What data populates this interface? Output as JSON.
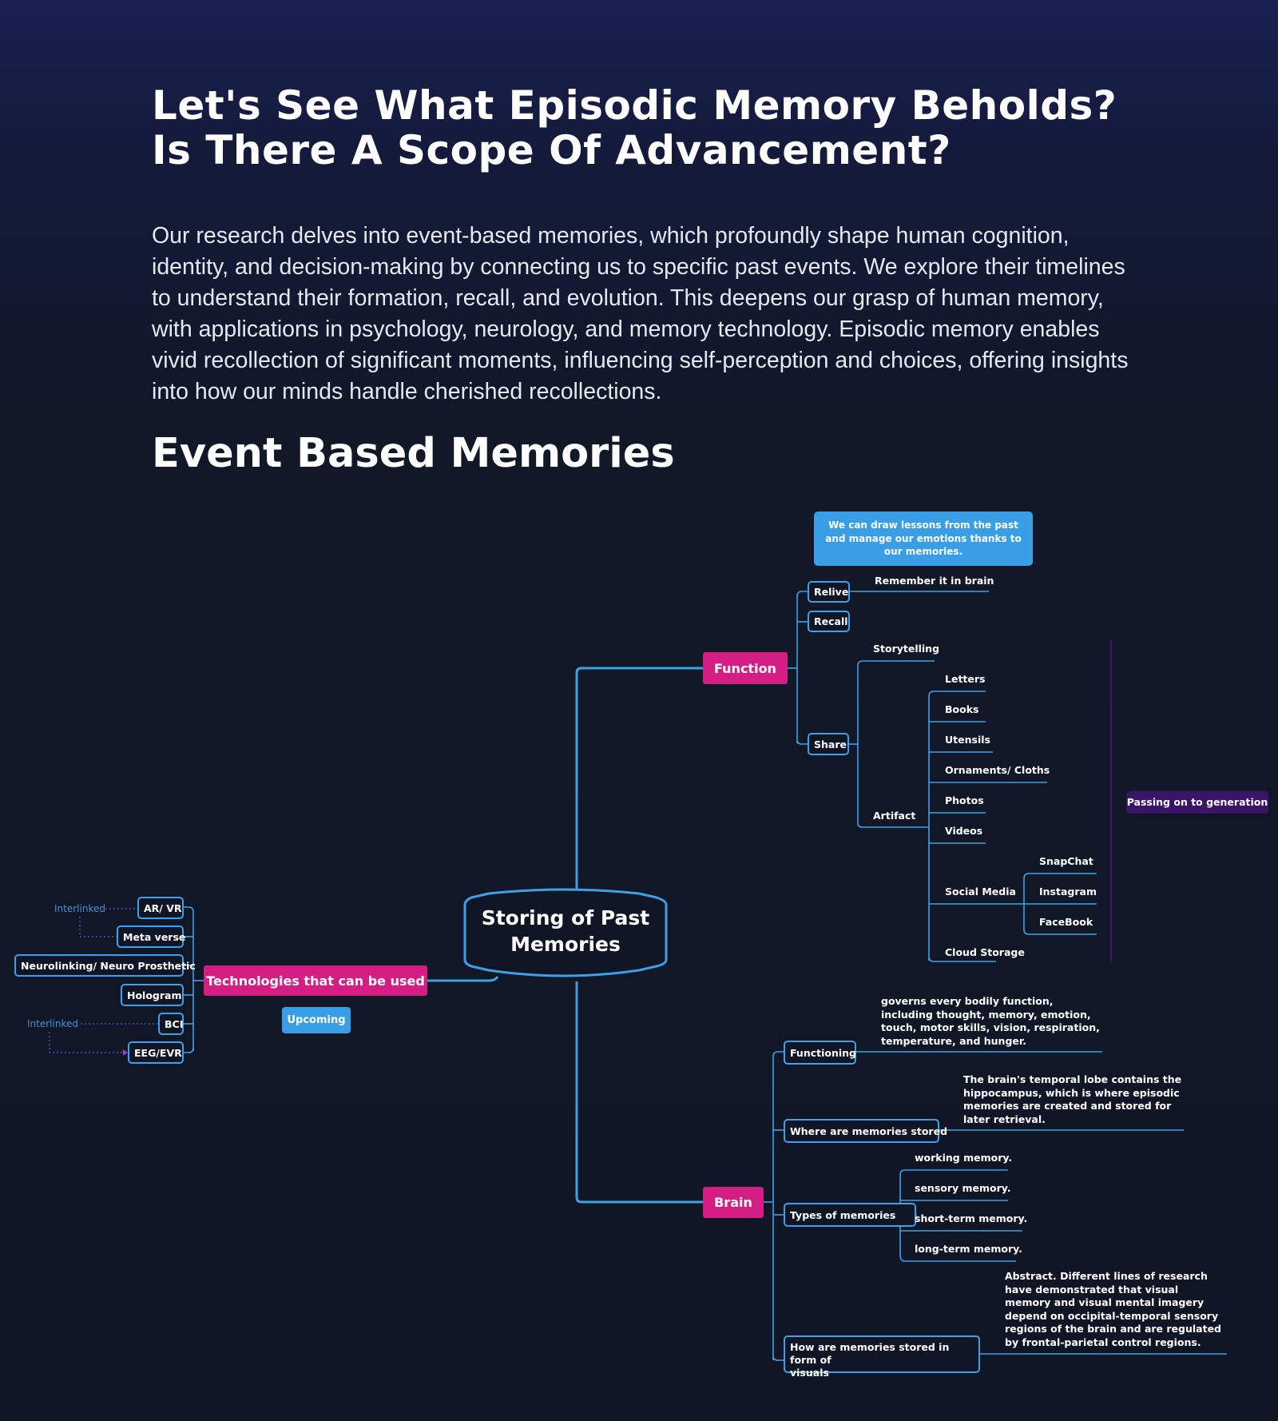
{
  "header": {
    "title_line1": "Let's See What Episodic Memory Beholds?",
    "title_line2": "Is There A Scope Of Advancement?",
    "intro": "Our research delves into event-based memories, which profoundly shape human cognition, identity, and decision-making by connecting us to specific past events. We explore their timelines to understand their formation, recall, and evolution. This deepens our grasp of human memory, with applications in psychology, neurology, and memory technology. Episodic memory enables vivid recollection of significant moments, influencing self-perception and choices, offering insights into how our minds handle cherished recollections.",
    "section_title": "Event Based Memories"
  },
  "mindmap": {
    "center": {
      "line1": "Storing of Past",
      "line2": "Memories"
    },
    "function": {
      "label": "Function",
      "callout": "We can draw lessons from the past and manage our emotions thanks to our memories.",
      "relive": "Relive",
      "relive_note": "Remember it in brain",
      "recall": "Recall",
      "share": "Share",
      "storytelling": "Storytelling",
      "artifact": "Artifact",
      "artifact_items": [
        "Letters",
        "Books",
        "Utensils",
        "Ornaments/ Cloths",
        "Photos",
        "Videos"
      ],
      "social_media": "Social Media",
      "social_items": [
        "SnapChat",
        "Instagram",
        "FaceBook"
      ],
      "cloud": "Cloud Storage",
      "passing": "Passing on to generation"
    },
    "brain": {
      "label": "Brain",
      "functioning": "Functioning",
      "functioning_text": "governs every bodily function, including thought, memory, emotion, touch, motor skills, vision, respiration, temperature, and hunger.",
      "where": "Where are memories  stored",
      "where_text": "The brain's temporal lobe contains the hippocampus, which is where episodic memories are created and stored for later retrieval.",
      "types": "Types of memories",
      "types_items": [
        "working memory.",
        "sensory memory.",
        "short-term memory.",
        "long-term memory."
      ],
      "visuals_line1": "How are memories stored in form of",
      "visuals_line2": "visuals",
      "visuals_text": "Abstract. Different lines of research have demonstrated that visual memory and visual mental imagery depend on occipital-temporal sensory regions of the brain and are regulated by frontal-parietal control regions."
    },
    "tech": {
      "label": "Technologies that can be used",
      "upcoming": "Upcoming",
      "items": [
        "AR/ VR",
        "Meta verse",
        "Neurolinking/ Neuro Prosthetic",
        "Hologram",
        "BCI",
        "EEG/EVR"
      ],
      "interlinked_1": "Interlinked",
      "interlinked_2": "Interlinked"
    }
  },
  "colors": {
    "pink": "#d41e84",
    "blue": "#3fa0e8",
    "callout": "#3a9ee6",
    "purple": "#3a1466"
  }
}
